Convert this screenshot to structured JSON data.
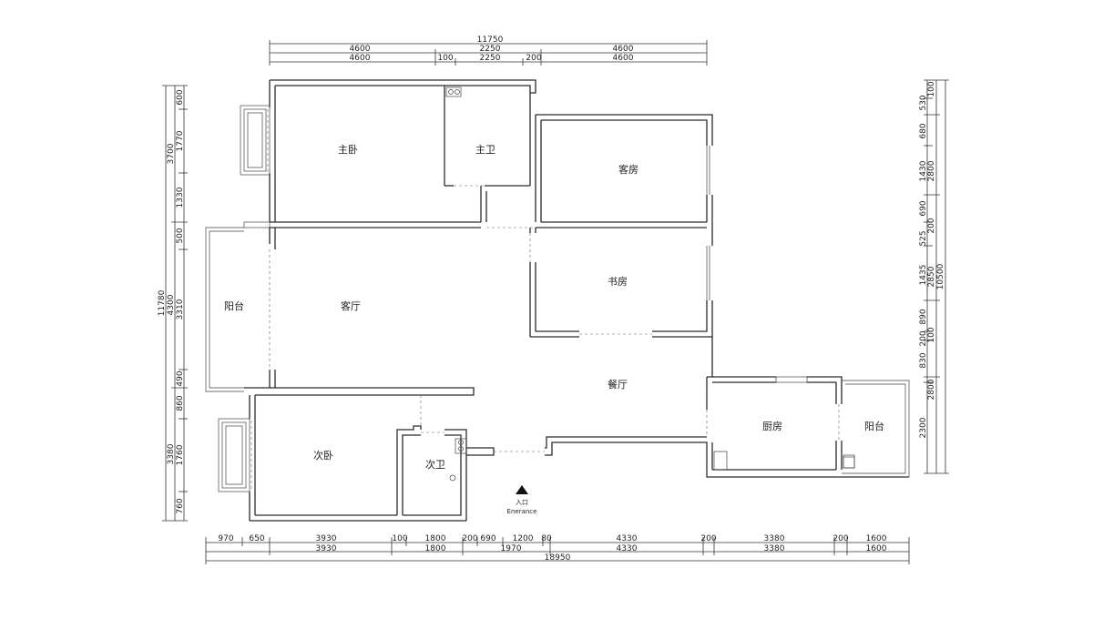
{
  "rooms": {
    "master_bedroom": "主卧",
    "master_bath": "主卫",
    "guest_room": "客房",
    "study": "书房",
    "balcony_left": "阳台",
    "living_room": "客厅",
    "dining_room": "餐厅",
    "kitchen": "厨房",
    "balcony_right": "阳台",
    "second_bedroom": "次卧",
    "second_bath": "次卫"
  },
  "entrance": {
    "label_cn": "入口",
    "label_en": "Enerance"
  },
  "dims": {
    "top": {
      "total": "11750",
      "row2": [
        "4600",
        "2250",
        "4600"
      ],
      "row3": [
        "4600",
        "100",
        "2250",
        "200",
        "4600"
      ]
    },
    "bottom": {
      "row1": [
        "970",
        "650",
        "3930",
        "100",
        "1800",
        "200",
        "690",
        "1200",
        "80",
        "4330",
        "200",
        "3380",
        "200",
        "1600"
      ],
      "row2": [
        "3930",
        "1800",
        "1970",
        "4330",
        "3380",
        "1600"
      ],
      "total": "18950"
    },
    "left": {
      "row1": [
        "600",
        "1770",
        "1330",
        "500",
        "3310",
        "490",
        "860",
        "1760",
        "760"
      ],
      "row2": [
        "3700",
        "4300",
        "3380"
      ],
      "total": "11780"
    },
    "right": {
      "row1": [
        "100",
        "530",
        "680",
        "1430",
        "690",
        "200",
        "525",
        "1435",
        "890",
        "200",
        "100",
        "830",
        "2300"
      ],
      "row2": [
        "2800",
        "2850",
        "2800"
      ],
      "total": "10500"
    }
  }
}
